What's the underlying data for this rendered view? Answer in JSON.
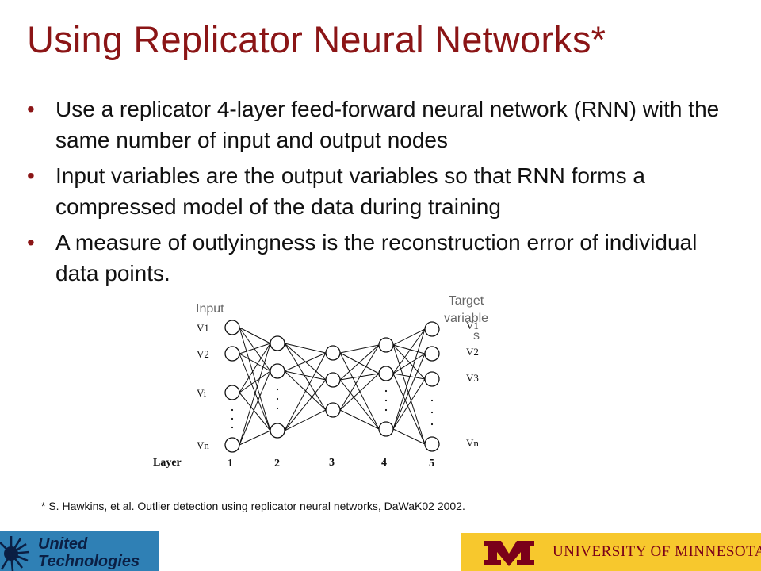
{
  "slide": {
    "title": "Using Replicator Neural Networks*",
    "bullet_marker": "•",
    "bullets": [
      "Use a replicator 4-layer feed-forward neural network (RNN) with the same number of input and output nodes",
      "Input variables are the output variables so that RNN forms a compressed model of the data during training",
      "A measure of outlyingness is the reconstruction error of individual data points."
    ],
    "footnote": "* S. Hawkins, et al. Outlier detection using replicator neural networks, DaWaK02 2002."
  },
  "diagram": {
    "input_label": "Input",
    "target_label_lines": [
      "Target",
      "variable",
      "s"
    ],
    "layer_label": "Layer",
    "layer_numbers": [
      "1",
      "2",
      "3",
      "4",
      "5"
    ],
    "input_nodes": [
      "V1",
      "V2",
      "Vi",
      "Vn"
    ],
    "output_nodes": [
      "V1",
      "V2",
      "V3",
      "Vn"
    ],
    "node_counts_per_layer": [
      4,
      3,
      3,
      3,
      4
    ]
  },
  "logos": {
    "left": {
      "line1": "United",
      "line2": "Technologies"
    },
    "right": {
      "text": "UNIVERSITY OF MINNESOTA"
    },
    "colors": {
      "ut_blue": "#2f80b5",
      "umn_gold": "#f7c82d",
      "umn_maroon": "#7a0019"
    }
  },
  "colors": {
    "title": "#8b1516",
    "text": "#111111"
  }
}
